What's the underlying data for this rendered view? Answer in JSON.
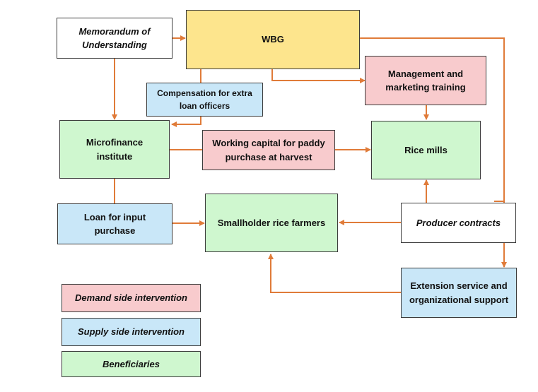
{
  "colors": {
    "white": "#ffffff",
    "yellow": "#fde58d",
    "pink": "#f8cbcd",
    "blue": "#c9e7f8",
    "green": "#cff7cf",
    "arrow": "#e07b39"
  },
  "nodes": {
    "mou": "Memorandum  of\nUnderstanding",
    "wbg": "WBG",
    "compensation": "Compensation for extra\nloan officers",
    "mgmt_training": "Management and\nmarketing training",
    "microfinance": "Microfinance\ninstitute",
    "working_capital": "Working capital for paddy\npurchase at harvest",
    "rice_mills": "Rice mills",
    "loan_input": "Loan for input\npurchase",
    "smallholder": "Smallholder rice farmers",
    "producer_contracts": "Producer  contracts",
    "extension": "Extension service and\norganizational support"
  },
  "legend": {
    "demand": "Demand  side intervention",
    "supply": "Supply  side intervention",
    "beneficiaries": "Beneficiaries"
  }
}
